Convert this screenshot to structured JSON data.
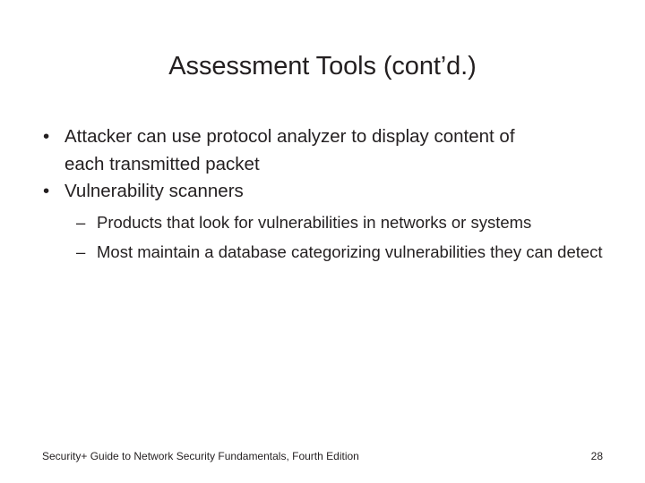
{
  "slide": {
    "title": "Assessment Tools (cont’d.)",
    "background_color": "#ffffff",
    "text_color": "#231f20",
    "bullets": [
      {
        "marker": "•",
        "text": "Attacker can use protocol analyzer to display content of each transmitted packet",
        "children": []
      },
      {
        "marker": "•",
        "text": "Vulnerability scanners",
        "children": [
          {
            "marker": "–",
            "text": "Products that look for vulnerabilities in networks or systems"
          },
          {
            "marker": "–",
            "text": "Most maintain a database categorizing vulnerabilities they can detect"
          }
        ]
      }
    ],
    "footer": {
      "note": "Security+ Guide to Network Security Fundamentals, Fourth Edition",
      "page_number": "28"
    }
  }
}
